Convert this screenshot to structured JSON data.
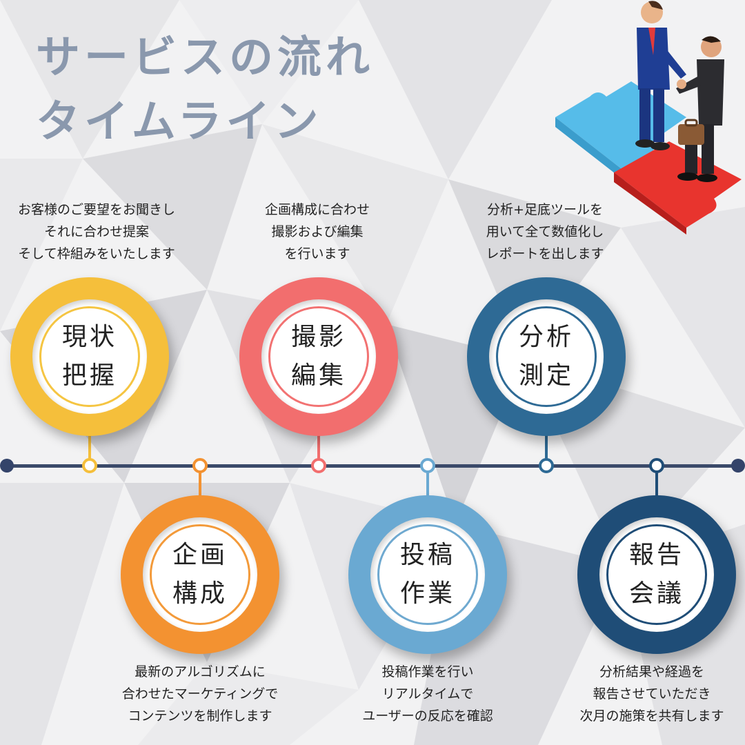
{
  "title": {
    "line1": "サービスの流れ",
    "line2": "タイムライン"
  },
  "steps": [
    {
      "label1": "現状",
      "label2": "把握",
      "desc": [
        "お客様のご要望をお聞きし",
        "それに合わせ提案",
        "そして枠組みをいたします"
      ],
      "color": "#f5bf3b",
      "ring": "#f5c542"
    },
    {
      "label1": "企画",
      "label2": "構成",
      "desc": [
        "最新のアルゴリズムに",
        "合わせたマーケティングで",
        "コンテンツを制作します"
      ],
      "color": "#f39231",
      "ring": "#f39a3a"
    },
    {
      "label1": "撮影",
      "label2": "編集",
      "desc": [
        "企画構成に合わせ",
        "撮影および編集",
        "を行います"
      ],
      "color": "#f26e6e",
      "ring": "#f27272"
    },
    {
      "label1": "投稿",
      "label2": "作業",
      "desc": [
        "投稿作業を行い",
        "リアルタイムで",
        "ユーザーの反応を確認"
      ],
      "color": "#6aa9d2",
      "ring": "#6fa9d0"
    },
    {
      "label1": "分析",
      "label2": "測定",
      "desc": [
        "分析+足底ツールを",
        "用いて全て数値化し",
        "レポートを出します"
      ],
      "color": "#2e6a95",
      "ring": "#2e6a95"
    },
    {
      "label1": "報告",
      "label2": "会議",
      "desc": [
        "分析結果や経過を",
        "報告させていただき",
        "次月の施策を共有します"
      ],
      "color": "#1f4d77",
      "ring": "#1f4d77"
    }
  ],
  "colors": {
    "title": "#8a98ad",
    "timeline": "#3b4a6a"
  },
  "icons": {
    "illustration": "business-handshake-puzzle-illustration"
  }
}
